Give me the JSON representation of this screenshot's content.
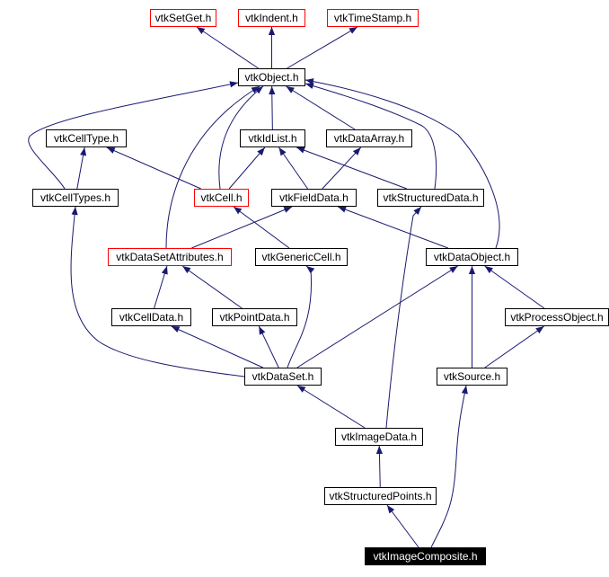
{
  "graph": {
    "colors": {
      "edge": "#191970",
      "border": "#000000",
      "missing_border": "#ff0000",
      "current_fill": "#000000"
    },
    "nodes": [
      {
        "id": "setget",
        "label": "vtkSetGet.h",
        "style": "red"
      },
      {
        "id": "indent",
        "label": "vtkIndent.h",
        "style": "red"
      },
      {
        "id": "timestamp",
        "label": "vtkTimeStamp.h",
        "style": "red"
      },
      {
        "id": "object",
        "label": "vtkObject.h",
        "style": "normal"
      },
      {
        "id": "celltype",
        "label": "vtkCellType.h",
        "style": "normal"
      },
      {
        "id": "idlist",
        "label": "vtkIdList.h",
        "style": "normal"
      },
      {
        "id": "dataarray",
        "label": "vtkDataArray.h",
        "style": "normal"
      },
      {
        "id": "celltypes",
        "label": "vtkCellTypes.h",
        "style": "normal"
      },
      {
        "id": "cell",
        "label": "vtkCell.h",
        "style": "red"
      },
      {
        "id": "fielddata",
        "label": "vtkFieldData.h",
        "style": "normal"
      },
      {
        "id": "structureddata",
        "label": "vtkStructuredData.h",
        "style": "normal"
      },
      {
        "id": "datasetattributes",
        "label": "vtkDataSetAttributes.h",
        "style": "red"
      },
      {
        "id": "genericcell",
        "label": "vtkGenericCell.h",
        "style": "normal"
      },
      {
        "id": "dataobject",
        "label": "vtkDataObject.h",
        "style": "normal"
      },
      {
        "id": "celldata",
        "label": "vtkCellData.h",
        "style": "normal"
      },
      {
        "id": "pointdata",
        "label": "vtkPointData.h",
        "style": "normal"
      },
      {
        "id": "processobject",
        "label": "vtkProcessObject.h",
        "style": "normal"
      },
      {
        "id": "dataset",
        "label": "vtkDataSet.h",
        "style": "normal"
      },
      {
        "id": "source",
        "label": "vtkSource.h",
        "style": "normal"
      },
      {
        "id": "imagedata",
        "label": "vtkImageData.h",
        "style": "normal"
      },
      {
        "id": "structuredpoints",
        "label": "vtkStructuredPoints.h",
        "style": "normal"
      },
      {
        "id": "imagecomposite",
        "label": "vtkImageComposite.h",
        "style": "current"
      }
    ],
    "edges": [
      {
        "from": "object",
        "to": "setget"
      },
      {
        "from": "object",
        "to": "indent"
      },
      {
        "from": "object",
        "to": "timestamp"
      },
      {
        "from": "celltypes",
        "to": "object"
      },
      {
        "from": "cell",
        "to": "object"
      },
      {
        "from": "datasetattributes",
        "to": "object"
      },
      {
        "from": "idlist",
        "to": "object"
      },
      {
        "from": "dataarray",
        "to": "object"
      },
      {
        "from": "structureddata",
        "to": "object"
      },
      {
        "from": "dataobject",
        "to": "object"
      },
      {
        "from": "celltypes",
        "to": "celltype"
      },
      {
        "from": "cell",
        "to": "celltype"
      },
      {
        "from": "cell",
        "to": "idlist"
      },
      {
        "from": "fielddata",
        "to": "idlist"
      },
      {
        "from": "structureddata",
        "to": "idlist"
      },
      {
        "from": "fielddata",
        "to": "dataarray"
      },
      {
        "from": "genericcell",
        "to": "cell"
      },
      {
        "from": "datasetattributes",
        "to": "fielddata"
      },
      {
        "from": "dataobject",
        "to": "fielddata"
      },
      {
        "from": "imagedata",
        "to": "structureddata"
      },
      {
        "from": "celldata",
        "to": "datasetattributes"
      },
      {
        "from": "pointdata",
        "to": "datasetattributes"
      },
      {
        "from": "dataset",
        "to": "genericcell"
      },
      {
        "from": "dataset",
        "to": "dataobject"
      },
      {
        "from": "source",
        "to": "dataobject"
      },
      {
        "from": "processobject",
        "to": "dataobject"
      },
      {
        "from": "dataset",
        "to": "celltypes"
      },
      {
        "from": "dataset",
        "to": "celldata"
      },
      {
        "from": "dataset",
        "to": "pointdata"
      },
      {
        "from": "source",
        "to": "processobject"
      },
      {
        "from": "imagedata",
        "to": "dataset"
      },
      {
        "from": "imagecomposite",
        "to": "source"
      },
      {
        "from": "structuredpoints",
        "to": "imagedata"
      },
      {
        "from": "imagecomposite",
        "to": "structuredpoints"
      }
    ]
  }
}
